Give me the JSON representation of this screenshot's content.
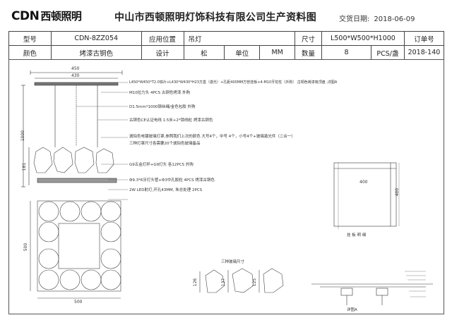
{
  "header": {
    "logo_latin": "CDN",
    "logo_chinese": "西顿照明",
    "company": "中山市西顿照明灯饰科技有限公司生产资料图",
    "date_label": "交货日期:",
    "date_value": "2018-06-09"
  },
  "spec_table": {
    "row1": {
      "model_label": "型号",
      "model_value": "CDN-8ZZ054",
      "position_label": "应用位置",
      "position_value": "吊灯",
      "size_label": "尺寸",
      "size_value": "L500*W500*H1000",
      "order_label": "订单号"
    },
    "row2": {
      "color_label": "颜色",
      "color_value": "烤漆古铜色",
      "design_label": "设计",
      "design_value": "松",
      "unit_label": "单位",
      "unit_value": "MM",
      "qty_label": "数量",
      "qty_value": "8",
      "per_label": "PCS/盏",
      "order_value": "2018-140"
    }
  },
  "drawing": {
    "dims": {
      "top_width_1": "450",
      "top_width_2": "430",
      "height_total": "1000",
      "height_lamp": "181",
      "plan_width": "500",
      "plan_height": "500",
      "plate_w": "400",
      "plate_h": "400",
      "glass_a": "126",
      "glass_b": "137",
      "glass_c": "125"
    },
    "notes": {
      "n1": "L450*W450*T2.0铁片+L430*W430*H23方盒（激光）+孔距400MM方管挂板+4-M10牙花柱（外购）  古铜色烤漆吸顶盘 ,详图A",
      "n2": "M10拉力头 4PCS 古铜色烤漆 外购",
      "n3": "D1.5mm*1000钢丝绳/金色包胶 外购",
      "n4": "古铜色CE认证电线 1.5米+2*锁线粒 烤漆古铜色",
      "n5": "琥珀色电镀玻璃灯罩,参照我们上次的颜色 大号4个，中号 4个，小号4个+玻璃激光件（二合一）",
      "n6": "三种灯罩尺寸各需要20个琥珀色玻璃备品",
      "n7": "G9五金灯杯+G9灯头 各12PCS 外购",
      "n8": "Φ9.3*6牙灯头管+Φ3中孔胶粒 4PCS 烤漆古铜色",
      "n9": "2W LED射灯,开孔43MM, 朱总处理 2PCS"
    },
    "plate_caption": "挂 板 明 细",
    "glass_caption": "三种玻璃尺寸",
    "detail_caption": "详图A"
  }
}
